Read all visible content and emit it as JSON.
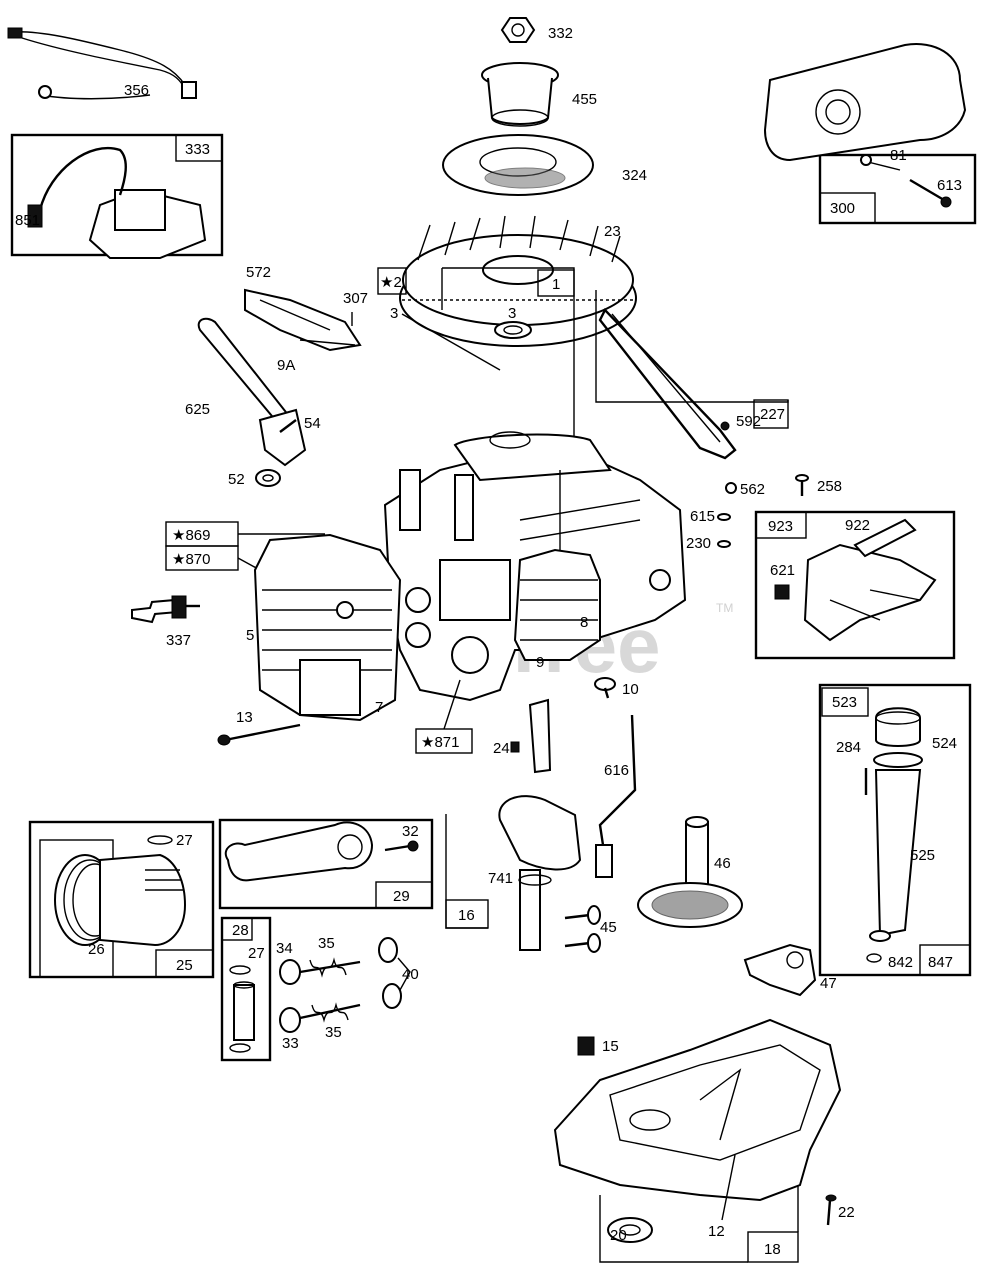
{
  "watermark": {
    "text": "Tree",
    "tm": "TM"
  },
  "callouts": {
    "c332": "332",
    "c455": "455",
    "c324": "324",
    "c23": "23",
    "c356": "356",
    "c333": "333",
    "c851": "851",
    "c572": "572",
    "c307": "307",
    "c9a": "9A",
    "c300": "300",
    "c81": "81",
    "c613": "613",
    "c2": "★2",
    "c1": "1",
    "c3a": "3",
    "c3b": "3",
    "c227": "227",
    "c592": "592",
    "c562": "562",
    "c258": "258",
    "c625": "625",
    "c54": "54",
    "c52": "52",
    "c869": "★869",
    "c870": "★870",
    "c615": "615",
    "c230": "230",
    "c923": "923",
    "c922": "922",
    "c621": "621",
    "c337": "337",
    "c5": "5",
    "c8": "8",
    "c9": "9",
    "c10": "10",
    "c7": "7",
    "c13": "13",
    "c871": "★871",
    "c24": "24",
    "c523": "523",
    "c284": "284",
    "c524": "524",
    "c616": "616",
    "c46": "46",
    "c27a": "27",
    "c32": "32",
    "c29": "29",
    "c741": "741",
    "c16": "16",
    "c26": "26",
    "c25": "25",
    "c28": "28",
    "c27b": "27",
    "c34": "34",
    "c35a": "35",
    "c40": "40",
    "c35b": "35",
    "c33": "33",
    "c45": "45",
    "c525": "525",
    "c842": "842",
    "c847": "847",
    "c47": "47",
    "c15": "15",
    "c22": "22",
    "c12": "12",
    "c20": "20",
    "c18": "18"
  }
}
